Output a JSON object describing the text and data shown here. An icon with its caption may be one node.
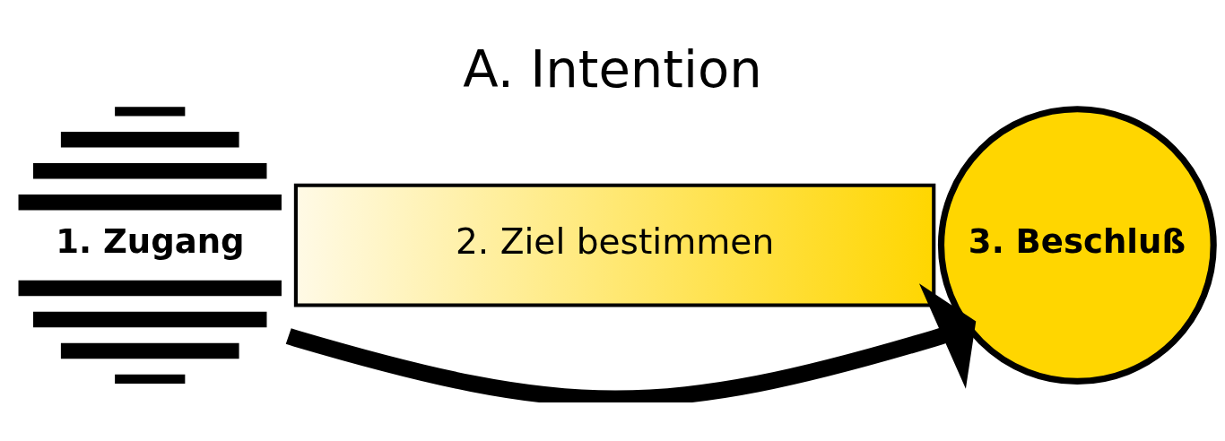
{
  "diagram": {
    "title": "A. Intention",
    "nodes": [
      {
        "text": [
          "1. Zugang"
        ]
      },
      {
        "text": [
          "2. Ziel bestimmen"
        ]
      },
      {
        "text": [
          "3. Beschluß"
        ]
      }
    ],
    "edges": [
      {
        "from": 0,
        "to": 2,
        "arrow": "to"
      }
    ]
  }
}
